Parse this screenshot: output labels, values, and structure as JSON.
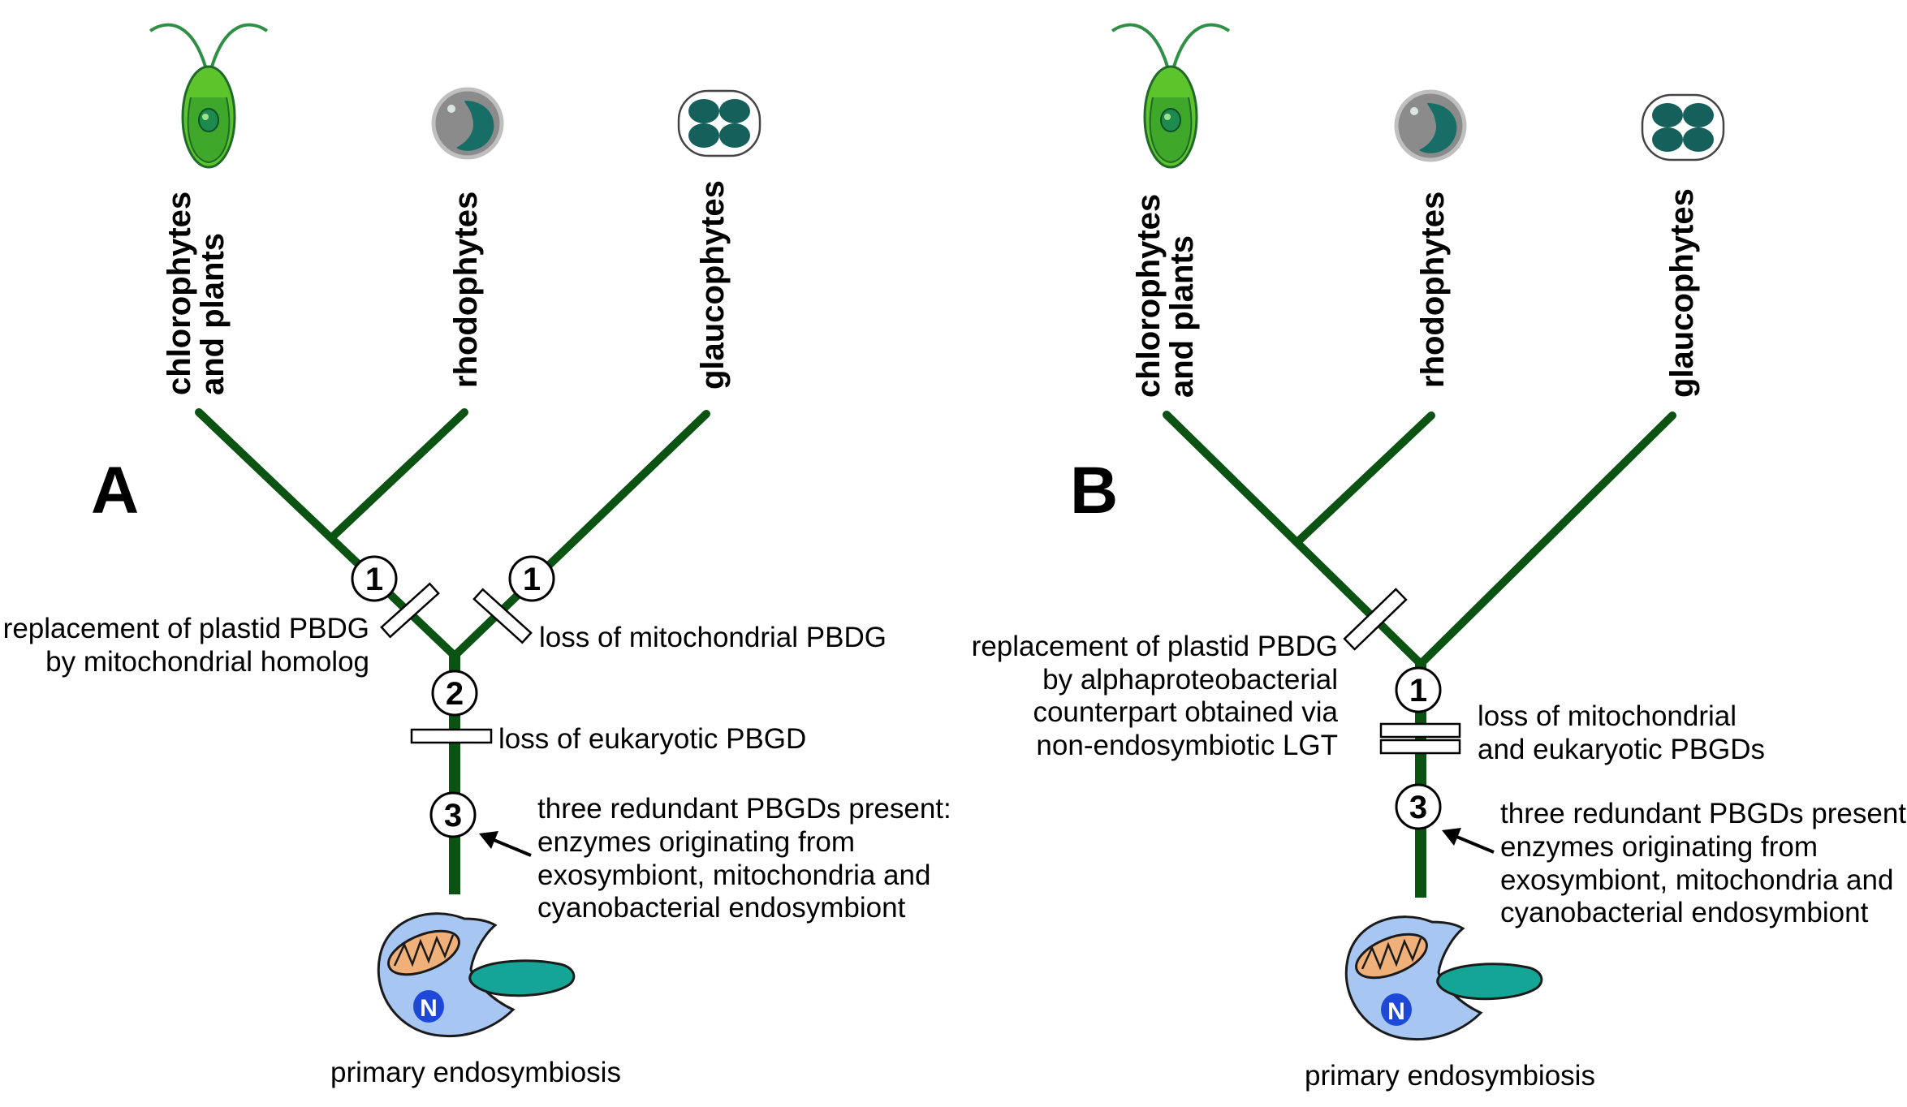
{
  "colors": {
    "branch": "#0a5312",
    "cell_fill": "#a7c7f2",
    "plastid_teal": "#14a596",
    "nucleus_blue": "#1d48d8",
    "chloro_green": "#5ec42c",
    "rhodo_grey": "#8b8b8b",
    "glauco_teal": "#15605b"
  },
  "panels": [
    {
      "letter": "A",
      "taxa": {
        "chlorophytes_line1": "chlorophytes",
        "chlorophytes_line2": "and plants",
        "rhodophytes": "rhodophytes",
        "glaucophytes": "glaucophytes"
      },
      "markers": [
        "1",
        "1",
        "2",
        "3"
      ],
      "annotations": {
        "replacement": [
          "replacement of plastid PBDG",
          "by mitochondrial homolog"
        ],
        "loss_mito": "loss of mitochondrial PBDG",
        "loss_euk": "loss of eukaryotic PBGD",
        "three_redundant": [
          "three redundant PBGDs present:",
          "enzymes originating from",
          "exosymbiont, mitochondria and",
          "cyanobacterial endosymbiont"
        ],
        "primary": "primary endosymbiosis"
      },
      "icons": [
        "chlorophyte-cell-icon",
        "rhodophyte-cell-icon",
        "glaucophyte-cell-icon",
        "mitochondrion-icon",
        "nucleus-icon",
        "cyanobacterium-icon"
      ]
    },
    {
      "letter": "B",
      "taxa": {
        "chlorophytes_line1": "chlorophytes",
        "chlorophytes_line2": "and plants",
        "rhodophytes": "rhodophytes",
        "glaucophytes": "glaucophytes"
      },
      "markers": [
        "1",
        "3"
      ],
      "annotations": {
        "replacement": [
          "replacement of plastid PBDG",
          "by alphaproteobacterial",
          "counterpart obtained via",
          "non-endosymbiotic LGT"
        ],
        "loss_both": [
          "loss of mitochondrial",
          "and eukaryotic PBGDs"
        ],
        "three_redundant": [
          "three redundant PBGDs present:",
          "enzymes originating from",
          "exosymbiont, mitochondria and",
          "cyanobacterial endosymbiont"
        ],
        "primary": "primary endosymbiosis"
      },
      "icons": [
        "chlorophyte-cell-icon",
        "rhodophyte-cell-icon",
        "glaucophyte-cell-icon",
        "mitochondrion-icon",
        "nucleus-icon",
        "cyanobacterium-icon"
      ]
    }
  ],
  "nucleus_label": "N"
}
